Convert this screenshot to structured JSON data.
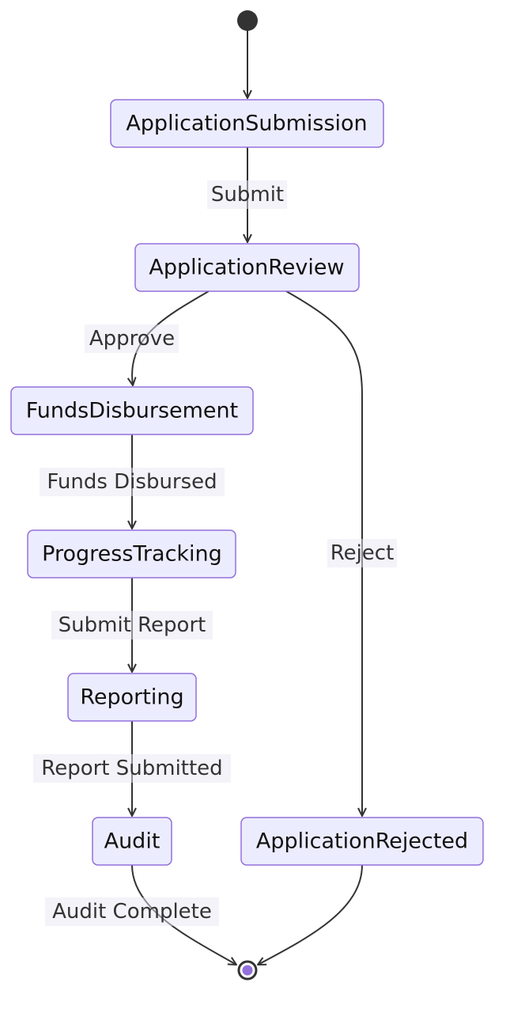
{
  "diagram": {
    "type": "state-diagram",
    "states": [
      {
        "id": "submission",
        "label": "ApplicationSubmission"
      },
      {
        "id": "review",
        "label": "ApplicationReview"
      },
      {
        "id": "disbursement",
        "label": "FundsDisbursement"
      },
      {
        "id": "tracking",
        "label": "ProgressTracking"
      },
      {
        "id": "reporting",
        "label": "Reporting"
      },
      {
        "id": "audit",
        "label": "Audit"
      },
      {
        "id": "rejected",
        "label": "ApplicationRejected"
      }
    ],
    "transitions": [
      {
        "from": "start",
        "to": "submission",
        "label": ""
      },
      {
        "from": "submission",
        "to": "review",
        "label": "Submit"
      },
      {
        "from": "review",
        "to": "disbursement",
        "label": "Approve"
      },
      {
        "from": "review",
        "to": "rejected",
        "label": "Reject"
      },
      {
        "from": "disbursement",
        "to": "tracking",
        "label": "Funds Disbursed"
      },
      {
        "from": "tracking",
        "to": "reporting",
        "label": "Submit Report"
      },
      {
        "from": "reporting",
        "to": "audit",
        "label": "Report Submitted"
      },
      {
        "from": "audit",
        "to": "end",
        "label": "Audit Complete"
      },
      {
        "from": "rejected",
        "to": "end",
        "label": ""
      }
    ],
    "colors": {
      "state_fill": "#ECECFF",
      "state_border": "#9370DB",
      "edge": "#333333",
      "start_node": "#333333",
      "end_node_inner": "#9370DB"
    }
  }
}
